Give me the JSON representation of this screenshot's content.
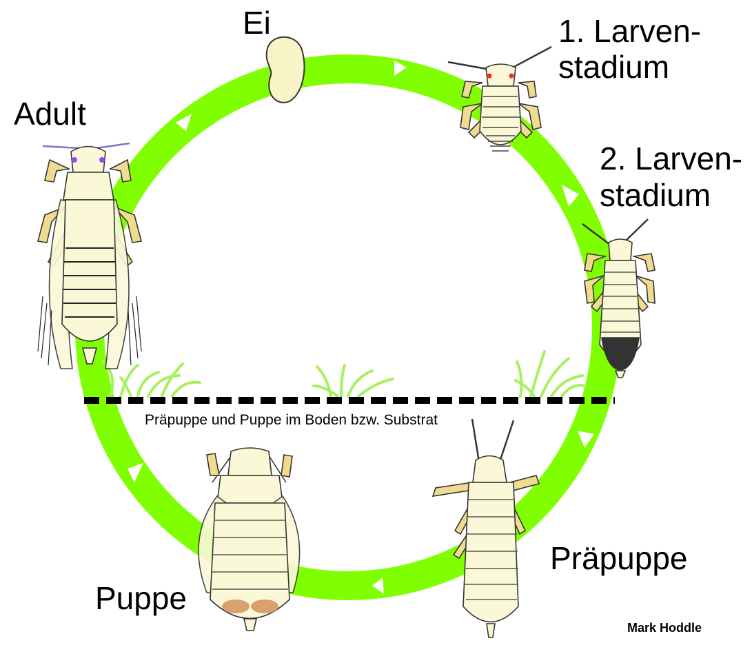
{
  "labels": {
    "egg": "Ei",
    "larva1_line1": "1. Larven-",
    "larva1_line2": "stadium",
    "larva2_line1": "2. Larven-",
    "larva2_line2": "stadium",
    "adult": "Adult",
    "soil_note": "Präpuppe und Puppe im Boden bzw. Substrat",
    "prepupa": "Präpuppe",
    "pupa": "Puppe",
    "credit": "Mark Hoddle"
  },
  "colors": {
    "cycle_ring": "#80ff00",
    "insect_body": "#fbf8d8",
    "insect_outline": "#333333",
    "appendage": "#f0dc90",
    "grass": "#a8f060",
    "soil_line": "#000000",
    "egg": "#f8f4c8",
    "eye_red": "#ff2a1a",
    "eye_purple": "#a040ff"
  }
}
